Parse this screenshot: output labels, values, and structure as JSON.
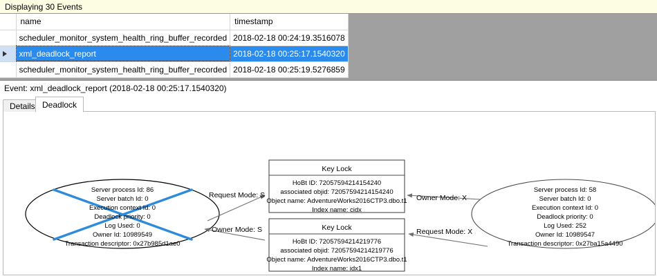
{
  "info_bar": {
    "text": "Displaying 30 Events"
  },
  "grid": {
    "columns": [
      "",
      "name",
      "timestamp"
    ],
    "rows": [
      {
        "selected": false,
        "marker": "",
        "name": "scheduler_monitor_system_health_ring_buffer_recorded",
        "timestamp": "2018-02-18 00:24:19.3516078"
      },
      {
        "selected": true,
        "marker": "row-selector-caret",
        "name": "xml_deadlock_report",
        "timestamp": "2018-02-18 00:25:17.1540320"
      },
      {
        "selected": false,
        "marker": "",
        "name": "scheduler_monitor_system_health_ring_buffer_recorded",
        "timestamp": "2018-02-18 00:25:19.5276859"
      }
    ],
    "selection_color": "#2a8bed",
    "rowheader_selected_color": "#cde0f5",
    "empty_area_color": "#a0a0a0"
  },
  "event_caption": {
    "text": "Event: xml_deadlock_report (2018-02-18 00:25:17.1540320)"
  },
  "tabs": [
    {
      "label": "Details",
      "active": false
    },
    {
      "label": "Deadlock",
      "active": true
    }
  ],
  "deadlock_graph": {
    "victim_cross_color": "#2e8bdb",
    "process_left": {
      "role": "victim",
      "lines": [
        "Server process Id: 86",
        "Server batch Id: 0",
        "Execution context Id: 0",
        "Deadlock priority: 0",
        "Log Used: 0",
        "Owner Id: 10989549",
        "Transaction descriptor: 0x27b985d1ae0"
      ]
    },
    "process_right": {
      "role": "survivor",
      "lines": [
        "Server process Id: 58",
        "Server batch Id: 0",
        "Execution context Id: 0",
        "Deadlock priority: 0",
        "Log Used: 252",
        "Owner Id: 10989547",
        "Transaction descriptor: 0x27ba15a4490"
      ]
    },
    "resource_top": {
      "title": "Key Lock",
      "lines": [
        "HoBt ID: 72057594214154240",
        "associated objid: 72057594214154240",
        "Object name: AdventureWorks2016CTP3.dbo.t1",
        "Index name: cidx"
      ]
    },
    "resource_bottom": {
      "title": "Key Lock",
      "lines": [
        "HoBt ID: 72057594214219776",
        "associated objid: 72057594214219776",
        "Object name: AdventureWorks2016CTP3.dbo.t1",
        "Index name: idx1"
      ]
    },
    "edges": [
      {
        "id": "left-requests-top",
        "label": "Request Mode: S"
      },
      {
        "id": "top-owned-by-right",
        "label": "Owner Mode: X"
      },
      {
        "id": "bottom-owned-by-left",
        "label": "Owner Mode: S"
      },
      {
        "id": "right-requests-bottom",
        "label": "Request Mode: X"
      }
    ]
  }
}
